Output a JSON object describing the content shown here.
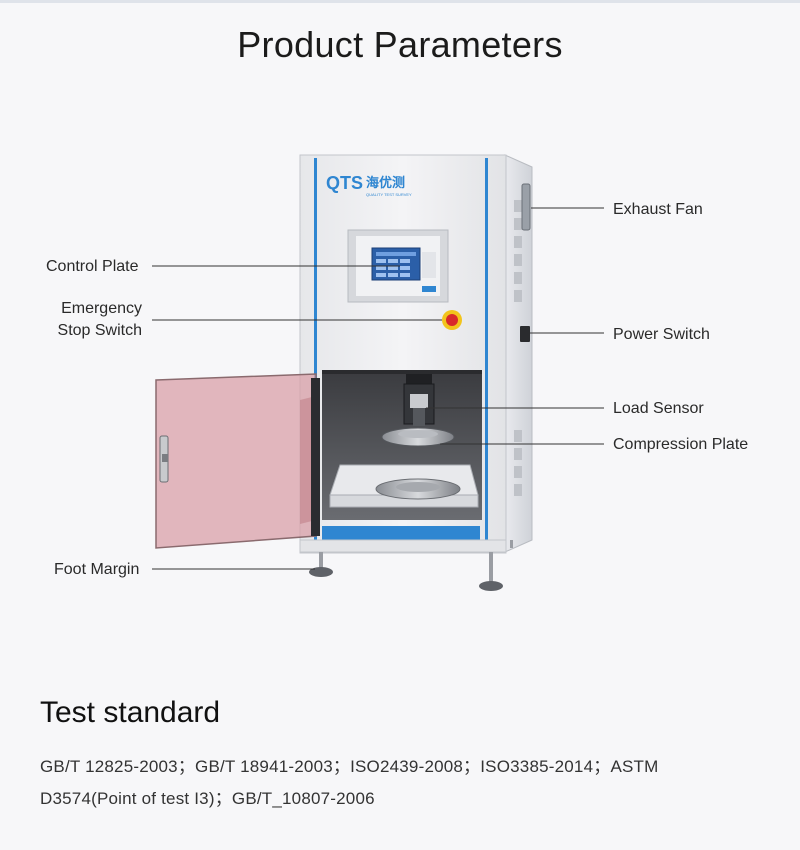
{
  "page": {
    "title": "Product Parameters"
  },
  "machine": {
    "logo_text": "QTS",
    "logo_cn": "海优测",
    "logo_sub": "QUALITY TEST SURVEY",
    "accent_color": "#2f86d1",
    "door_color": "#d9a0a8",
    "stop_button_color": "#d82a2a"
  },
  "callouts": {
    "control_plate": "Control Plate",
    "emergency_line1": "Emergency",
    "emergency_line2": "Stop Switch",
    "foot_margin": "Foot Margin",
    "exhaust_fan": "Exhaust Fan",
    "power_switch": "Power Switch",
    "load_sensor": "Load Sensor",
    "compression_plate": "Compression Plate"
  },
  "test_standard": {
    "heading": "Test standard",
    "line1": "GB/T 12825-2003；GB/T 18941-2003；ISO2439-2008；ISO3385-2014；ASTM",
    "line2": "D3574(Point of test I3)；GB/T_10807-2006"
  }
}
